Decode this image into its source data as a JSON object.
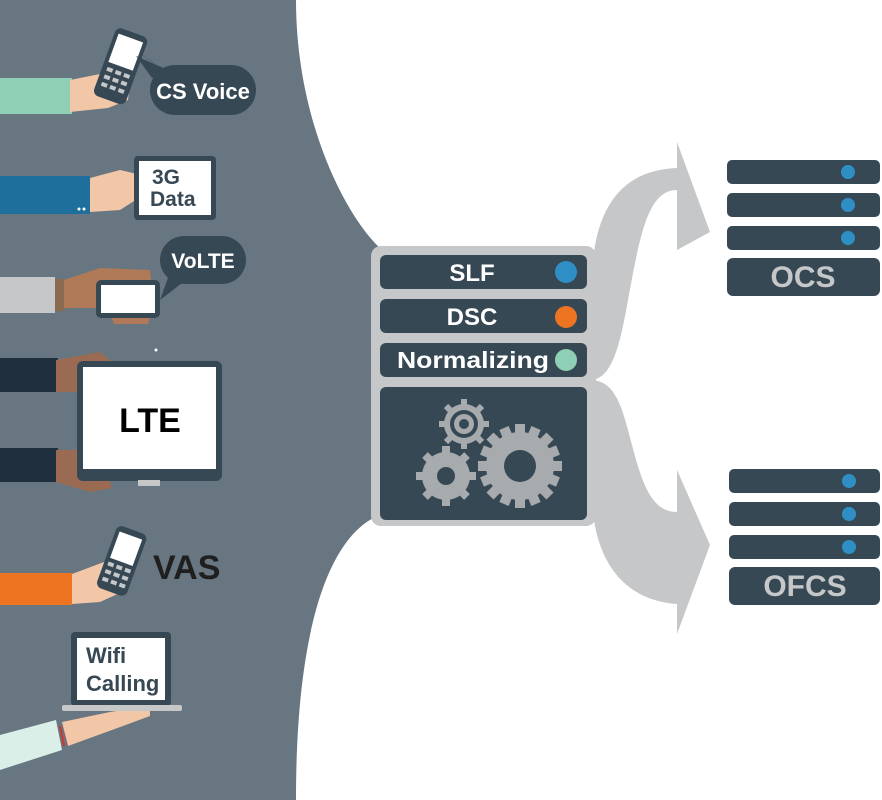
{
  "devices": {
    "cs_voice": {
      "label": "CS Voice"
    },
    "data_3g": {
      "label_line1": "3G",
      "label_line2": "Data"
    },
    "volte": {
      "label": "VoLTE"
    },
    "lte": {
      "label": "LTE"
    },
    "vas": {
      "label": "VAS"
    },
    "wifi_calling": {
      "label_line1": "Wifi",
      "label_line2": "Calling"
    }
  },
  "gateway": {
    "modules": [
      {
        "label": "SLF",
        "dot_color": "#2f8fc4"
      },
      {
        "label": "DSC",
        "dot_color": "#ee7421"
      },
      {
        "label": "Normalizing",
        "dot_color": "#8fcfb6"
      }
    ],
    "engine_icon": "gears-icon"
  },
  "servers": {
    "ocs": {
      "label": "OCS",
      "unit_dot_color": "#2f8fc4"
    },
    "ofcs": {
      "label": "OFCS",
      "unit_dot_color": "#2f8fc4"
    }
  },
  "colors": {
    "left_panel": "#677680",
    "dark_slate": "#374855",
    "flow_gray": "#c5c7c9",
    "skin": "#f2c7a8"
  }
}
